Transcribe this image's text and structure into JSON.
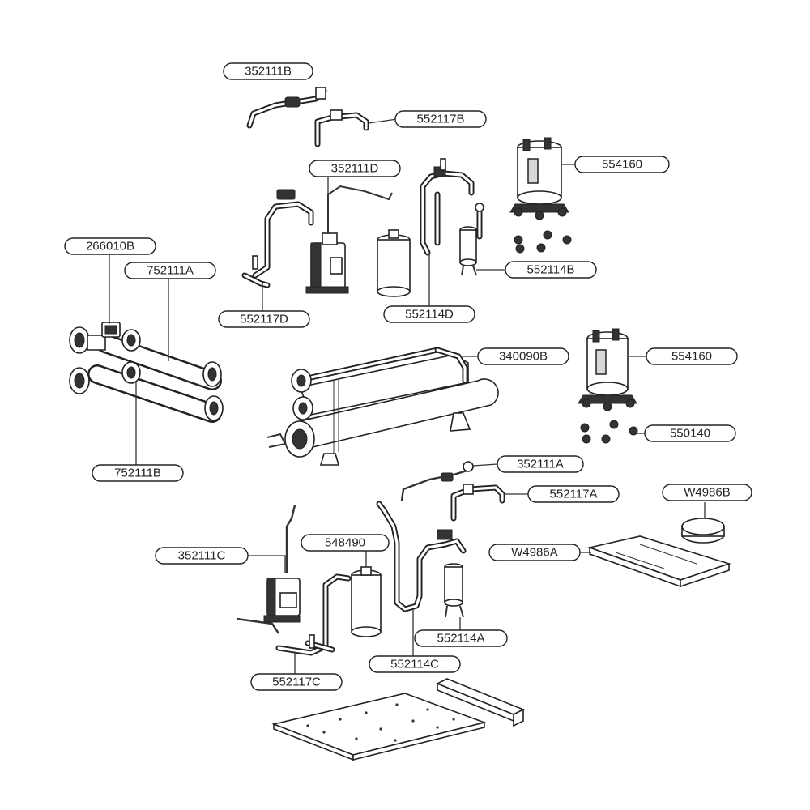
{
  "diagram": {
    "labels": {
      "l_352111B": "352111B",
      "l_552117B": "552117B",
      "l_554160_a": "554160",
      "l_352111D": "352111D",
      "l_266010B": "266010B",
      "l_752111A": "752111A",
      "l_552114B": "552114B",
      "l_552117D": "552117D",
      "l_552114D": "552114D",
      "l_340090B": "340090B",
      "l_554160_b": "554160",
      "l_550140": "550140",
      "l_752111B": "752111B",
      "l_352111A": "352111A",
      "l_552117A": "552117A",
      "l_W4986B": "W4986B",
      "l_548490": "548490",
      "l_W4986A": "W4986A",
      "l_352111C": "352111C",
      "l_552114A": "552114A",
      "l_552114C": "552114C",
      "l_552117C": "552117C"
    }
  }
}
